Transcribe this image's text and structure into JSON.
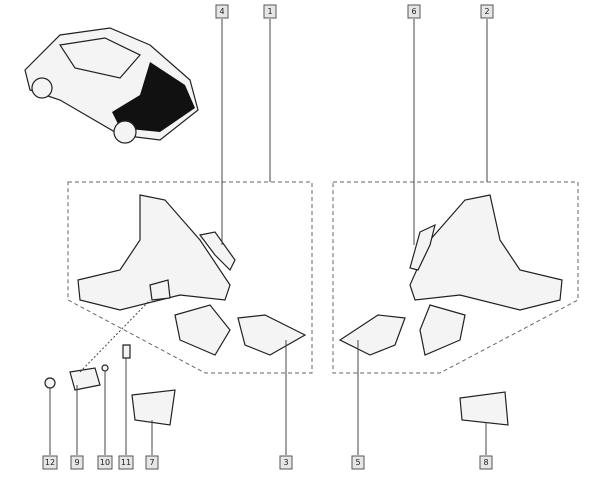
{
  "diagram": {
    "title": "Rear side panel assembly",
    "labels": [
      "1",
      "2",
      "3",
      "4",
      "5",
      "6",
      "7",
      "8",
      "9",
      "10",
      "11",
      "12"
    ]
  }
}
